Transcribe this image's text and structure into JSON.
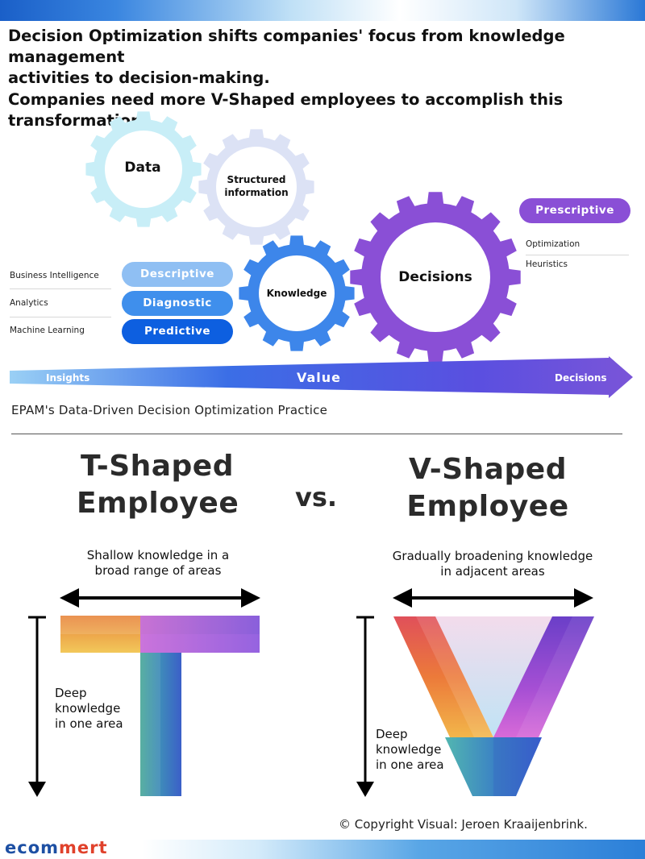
{
  "headline1_line1": "Decision Optimization shifts companies' focus from knowledge management",
  "headline1_line2": "activities to decision-making.",
  "headline2": "Companies need more V-Shaped employees to accomplish this transformation",
  "gears": {
    "data": "Data",
    "structured_line1": "Structured",
    "structured_line2": "information",
    "knowledge": "Knowledge",
    "decisions": "Decisions"
  },
  "left_labels": [
    "Business Intelligence",
    "Analytics",
    "Machine Learning"
  ],
  "pills": {
    "descriptive": "Descriptive",
    "diagnostic": "Diagnostic",
    "predictive": "Predictive",
    "prescriptive": "Prescriptive"
  },
  "right_labels": [
    "Optimization",
    "Heuristics"
  ],
  "arrow": {
    "left": "Insights",
    "center": "Value",
    "right": "Decisions"
  },
  "caption": "EPAM's Data-Driven Decision Optimization Practice",
  "t_shape": {
    "title_line1": "T-Shaped",
    "title_line2": "Employee",
    "shallow_line1": "Shallow knowledge in a",
    "shallow_line2": "broad range of areas",
    "deep": [
      "Deep",
      "knowledge",
      "in one area"
    ]
  },
  "vs": "vs.",
  "v_shape": {
    "title_line1": "V-Shaped",
    "title_line2": "Employee",
    "broad_line1": "Gradually broadening knowledge",
    "broad_line2": "in adjacent areas",
    "deep": [
      "Deep",
      "knowledge",
      "in one area"
    ]
  },
  "copyright": "© Copyright   Visual: Jeroen Kraaijenbrink.",
  "logo_part1": "ecom",
  "logo_part2": "mert",
  "colors": {
    "light_blue_gear": "#c8eef7",
    "lavender_gear": "#dce2f5",
    "blue_gear": "#3d86ea",
    "purple_gear": "#8a4fd6",
    "descriptive": "#8fbff3",
    "diagnostic": "#3f8fec",
    "predictive": "#0d5fe0",
    "prescriptive": "#8a4fd6"
  }
}
